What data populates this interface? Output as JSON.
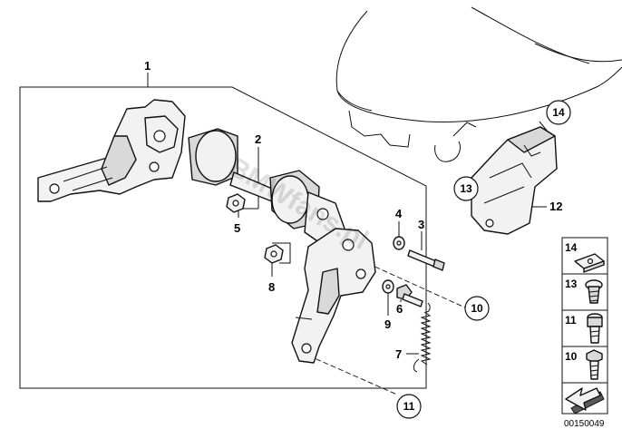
{
  "labels": {
    "p1": "1",
    "p2": "2",
    "p3": "3",
    "p4": "4",
    "p5": "5",
    "p6": "6",
    "p7": "7",
    "p8": "8",
    "p9": "9",
    "p10": "10",
    "p11": "11",
    "p12": "12",
    "p13": "13",
    "p14": "14"
  },
  "kit": {
    "items": [
      {
        "label": "14",
        "icon": "clip-nut-icon"
      },
      {
        "label": "13",
        "icon": "torx-screw-icon"
      },
      {
        "label": "11",
        "icon": "socket-bolt-icon"
      },
      {
        "label": "10",
        "icon": "hex-bolt-icon"
      }
    ],
    "footer_icon": "arrow-icon"
  },
  "diagram_code": "00150049",
  "watermark": "BMWfans.pl",
  "colors": {
    "line": "#111111",
    "fill": "#f2f2f2",
    "shade": "#d9d9d9",
    "background": "#ffffff"
  }
}
